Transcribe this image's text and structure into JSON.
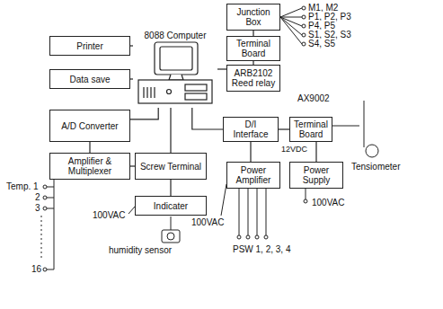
{
  "diagram": {
    "nodes": [
      {
        "text": [
          "Junction Box"
        ]
      },
      {
        "text": [
          "Terminal Board"
        ]
      },
      {
        "text": [
          "Printer"
        ]
      },
      {
        "text": [
          "Data save"
        ]
      },
      {
        "text": [
          "8088 Computer"
        ]
      },
      {
        "text": [
          "ARB2102 Reed relay"
        ]
      },
      {
        "text": [
          "A/D Converter"
        ]
      },
      {
        "text": [
          "D/I Interface"
        ]
      },
      {
        "text": [
          "Terminal Board"
        ]
      },
      {
        "text": [
          "Amplifier & Multiplexer"
        ]
      },
      {
        "text": [
          "Screw Terminal"
        ]
      },
      {
        "text": [
          "Power Amplifier"
        ]
      },
      {
        "text": [
          "Power Supply"
        ]
      },
      {
        "text": [
          "Indicater"
        ]
      }
    ],
    "edges": [
      {
        "from": 2,
        "to": 4,
        "arrow": "none"
      },
      {
        "from": 3,
        "to": 4,
        "arrow": "none"
      },
      {
        "from": 4,
        "to": 5,
        "arrow": "none"
      },
      {
        "from": 5,
        "to": 1,
        "arrow": "none"
      },
      {
        "from": 1,
        "to": 0,
        "arrow": "none"
      },
      {
        "from": 6,
        "to": 4,
        "arrow": "none"
      },
      {
        "from": 4,
        "to": 7,
        "arrow": "none"
      },
      {
        "from": 7,
        "to": 8,
        "arrow": "none"
      },
      {
        "from": 6,
        "to": 9,
        "arrow": "none"
      },
      {
        "from": 9,
        "to": 10,
        "arrow": "none"
      },
      {
        "from": 10,
        "to": 4,
        "arrow": "none"
      },
      {
        "from": 10,
        "to": 13,
        "arrow": "none"
      },
      {
        "from": 7,
        "to": 11,
        "arrow": "none"
      },
      {
        "from": 12,
        "to": 8,
        "arrow": "none"
      }
    ],
    "labels": [
      "M1, M2",
      "P1, P2, P3",
      "P4, P5",
      "S1, S2, S3",
      "S4, S5",
      "AX9002",
      "12VDC",
      "Tensiometer",
      "100VAC",
      "Temp. 1",
      "2",
      "3",
      "16",
      "100VAC",
      "100VAC",
      "humidity sensor",
      "PSW 1, 2, 3, 4"
    ]
  }
}
